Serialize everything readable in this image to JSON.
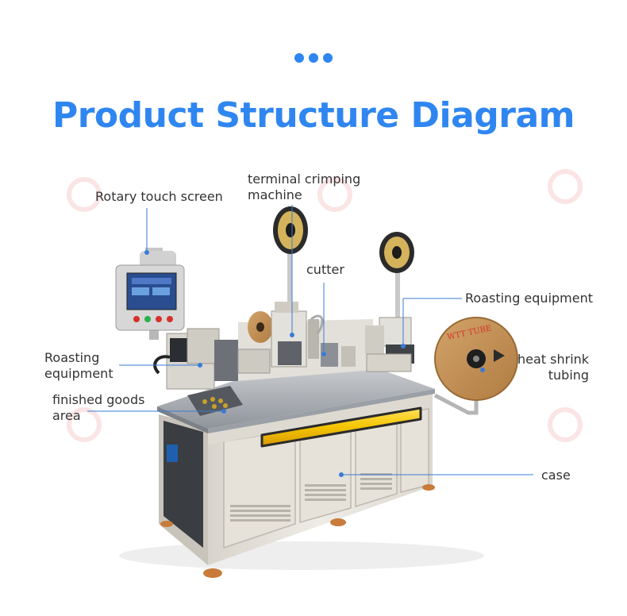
{
  "header": {
    "title": "Product Structure Diagram"
  },
  "colors": {
    "accent": "#2f86f0",
    "leader_line": "#3a7bd5",
    "label_text": "#333333",
    "machine_body": "#e9e6df",
    "highlight_strip": "#f5c400"
  },
  "labels": {
    "rotary_touch_screen": "Rotary touch screen",
    "terminal_crimping_line1": "terminal crimping",
    "terminal_crimping_line2": "machine",
    "cutter": "cutter",
    "roasting_right": "Roasting equipment",
    "roasting_left_line1": "Roasting",
    "roasting_left_line2": "equipment",
    "heat_shrink_line1": "heat shrink",
    "heat_shrink_line2": "tubing",
    "finished_goods_line1": "finished goods",
    "finished_goods_line2": "area",
    "case": "case"
  },
  "spool_text": "WTT TUBE"
}
